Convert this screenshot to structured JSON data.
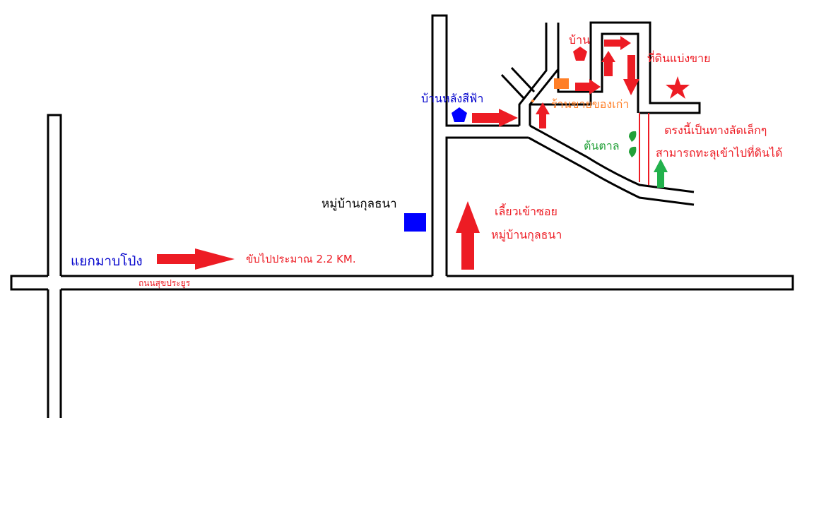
{
  "labels": {
    "junction": "แยกมาบโป่ง",
    "drive_distance": "ขับไปประมาณ 2.2 KM.",
    "main_road": "ถนนสุขประยูร",
    "village": "หมู่บ้านกุลธนา",
    "turn_line1": "เลี้ยวเข้าซอย",
    "turn_line2": "หมู่บ้านกุลธนา",
    "blue_roof_house": "บ้านหลังสีฟ้า",
    "house": "บ้าน",
    "land_for_sale": "ที่ดินแบ่งขาย",
    "antique_shop": "ร้านขายของเก่า",
    "palm_tree": "ต้นตาล",
    "shortcut_line1": "ตรงนี้เป็นทางลัดเล็กๆ",
    "shortcut_line2": "สามารถทะลุเข้าไปที่ดินได้"
  },
  "colors": {
    "road_outline": "#000000",
    "arrow_red": "#ed1c24",
    "text_red": "#ed1c24",
    "text_blue": "#0000cc",
    "marker_blue": "#0000ff",
    "text_orange": "#ff7f27",
    "marker_orange": "#ff7f27",
    "text_green": "#22a038",
    "arrow_green": "#22b14c",
    "text_black": "#000000"
  },
  "icons": {
    "blue_roof_house_marker": "blue-pentagon-icon",
    "house_marker": "red-pentagon-icon",
    "land_marker": "red-star-icon",
    "village_marker": "blue-square-icon",
    "antique_shop_marker": "orange-rectangle-icon",
    "palm_trees": "green-leaf-icon"
  }
}
